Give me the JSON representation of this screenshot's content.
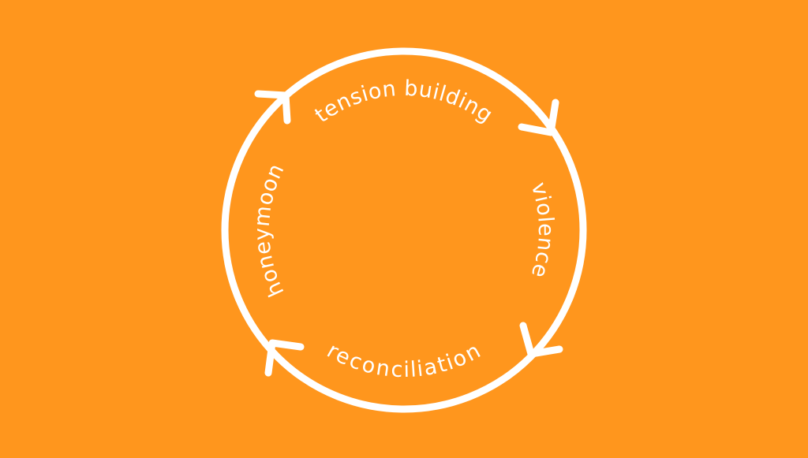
{
  "colors": {
    "background": "#FF961D",
    "stroke": "#FFFFFF",
    "text": "#FFFFFF"
  },
  "cycle": {
    "stages": [
      {
        "id": "tension-building",
        "label": "tension building"
      },
      {
        "id": "violence",
        "label": "violence"
      },
      {
        "id": "reconciliation",
        "label": "reconciliation"
      },
      {
        "id": "honeymoon",
        "label": "honeymoon"
      }
    ],
    "arrows": [
      "arrow-top-left",
      "arrow-top-right",
      "arrow-bottom-right",
      "arrow-bottom-left"
    ],
    "direction": "clockwise"
  }
}
